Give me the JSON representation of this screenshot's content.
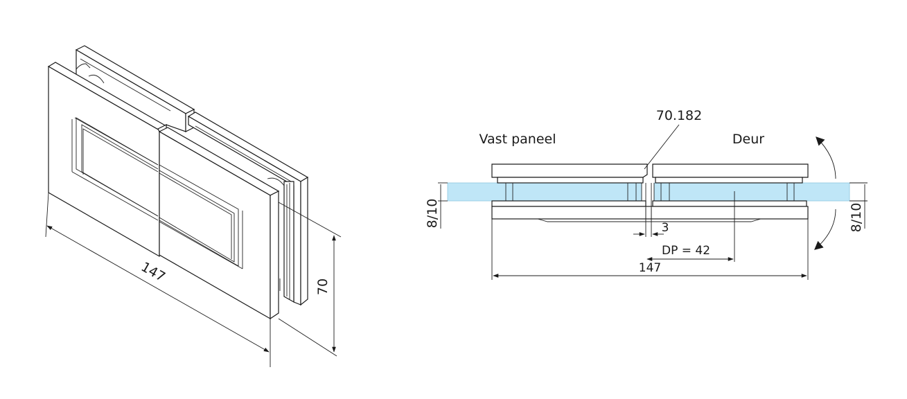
{
  "iso_view": {
    "width_dimension": "147",
    "height_dimension": "70"
  },
  "section_view": {
    "product_code": "70.182",
    "left_label": "Vast paneel",
    "right_label": "Deur",
    "glass_thickness_left": "8/10",
    "glass_thickness_right": "8/10",
    "gap_dimension": "3",
    "pivot_dimension": "DP = 42",
    "width_dimension": "147"
  },
  "colors": {
    "glass": "#bfe6f7",
    "line": "#1a1a1a"
  }
}
